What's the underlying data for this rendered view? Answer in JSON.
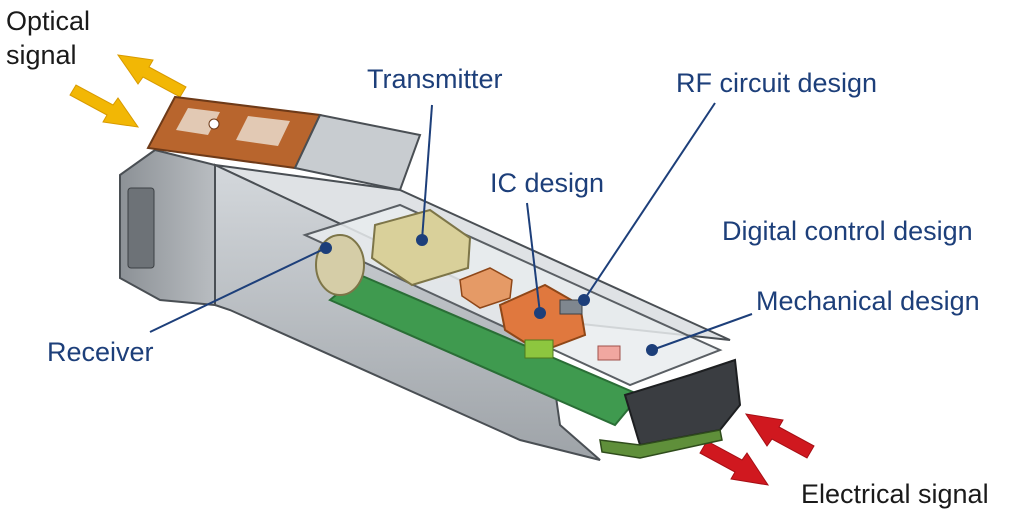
{
  "labels": {
    "optical_line1": "Optical",
    "optical_line2": "signal",
    "transmitter": "Transmitter",
    "rf_circuit": "RF circuit design",
    "ic_design": "IC design",
    "digital_control": "Digital control design",
    "mechanical": "Mechanical design",
    "receiver": "Receiver",
    "electrical_signal": "Electrical signal"
  },
  "colors": {
    "label_text": "#1d3f7a",
    "leader_line": "#1d3f7a",
    "optical_arrow": "#f2b705",
    "electrical_arrow": "#d0181f",
    "latch": "#b8652d",
    "housing": "#a9aeb4",
    "pcb": "#3f9a4f",
    "ic_chip": "#e0783e",
    "transmitter_block": "#d9d09a"
  },
  "icons": {
    "optical_arrows": "double-arrow-icon",
    "electrical_arrows": "double-arrow-icon"
  }
}
